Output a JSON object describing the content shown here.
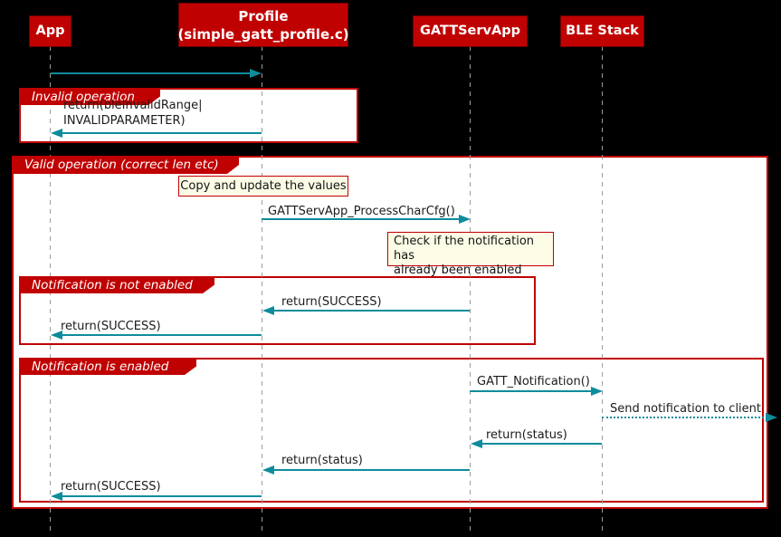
{
  "diagram_type": "uml-sequence",
  "colors": {
    "background": "#000000",
    "participant_fill": "#C00101",
    "frame_border": "#C00101",
    "frame_fill": "#FFFFFF",
    "arrow": "#0E8C9C",
    "note_fill": "#FCFCE6",
    "lifeline": "#9C9C9C",
    "message_text": "#1B1B1B",
    "header_text": "#FFFFFF"
  },
  "participants": [
    {
      "label": "App"
    },
    {
      "label": "Profile",
      "sublabel": "(simple_gatt_profile.c)"
    },
    {
      "label": "GATTServApp"
    },
    {
      "label": "BLE Stack"
    }
  ],
  "frames": [
    {
      "label": "Invalid operation"
    },
    {
      "label": "Valid operation (correct len etc)"
    },
    {
      "label": "Notification is not enabled"
    },
    {
      "label": "Notification is enabled"
    }
  ],
  "notes": [
    {
      "text": "Copy and update the values"
    },
    {
      "line1": "Check if the notification has",
      "line2": "already been enabled"
    }
  ],
  "messages": [
    {
      "line1": "return(bleInvalidRange|",
      "line2": "INVALIDPARAMETER)"
    },
    {
      "label": "GATTServApp_ProcessCharCfg()"
    },
    {
      "label": "return(SUCCESS)"
    },
    {
      "label": "return(SUCCESS)"
    },
    {
      "label": "GATT_Notification()"
    },
    {
      "label": "Send notification to client"
    },
    {
      "label": "return(status)"
    },
    {
      "label": "return(status)"
    },
    {
      "label": "return(SUCCESS)"
    }
  ]
}
